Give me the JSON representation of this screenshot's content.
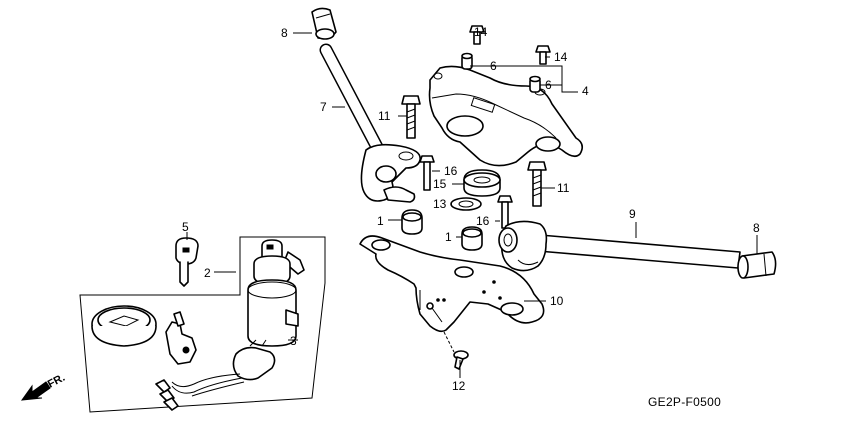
{
  "callouts": {
    "c1a": "1",
    "c1b": "1",
    "c2": "2",
    "c3": "3",
    "c4": "4",
    "c5": "5",
    "c6a": "6",
    "c6b": "6",
    "c7": "7",
    "c8a": "8",
    "c8b": "8",
    "c9": "9",
    "c10": "10",
    "c11a": "11",
    "c11b": "11",
    "c12": "12",
    "c13": "13",
    "c14a": "14",
    "c14b": "14",
    "c15": "15",
    "c16a": "16",
    "c16b": "16"
  },
  "front_arrow_label": "FR.",
  "diagram_code": "GE2P-F0500"
}
